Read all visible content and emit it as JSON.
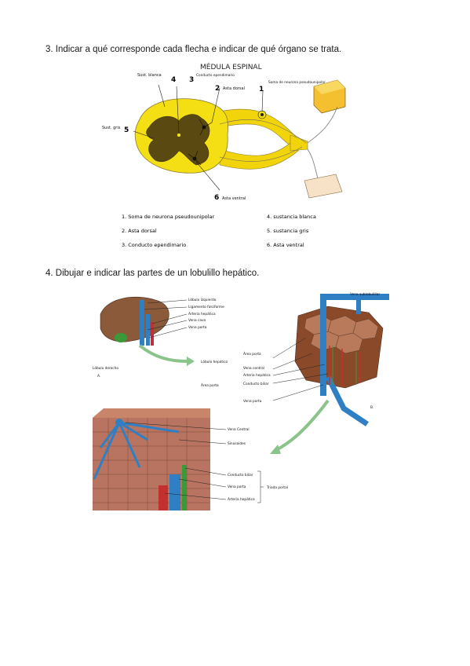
{
  "q3": {
    "text": "3. Indicar a qué corresponde cada flecha e indicar de qué órgano se trata.",
    "figure_title": "MÉDULA ESPINAL",
    "labels": {
      "subst_blanca": "Sust. blanca",
      "n4": "4",
      "n3": "3",
      "conducto": "Conducto ependimario",
      "n2": "2",
      "asta_dorsal": "Asta dorsal",
      "n1": "1",
      "soma_neurona": "Soma de neurona pseudounipolar",
      "subst_gris": "Sust. gris",
      "n5": "5",
      "n6": "6",
      "asta_ventral": "Asta ventral"
    },
    "answers_left": [
      "1. Soma de neurona pseudounipolar",
      "2. Asta dorsal",
      "3. Conducto ependimario"
    ],
    "answers_right": [
      "4. sustancia blanca",
      "5. sustancia gris",
      "6. Asta ventral"
    ]
  },
  "q4": {
    "text": "4. Dibujar e indicar las partes de un lobulillo hepático.",
    "liver": {
      "lobulo_izquierdo": "Lóbulo izquierdo",
      "ligamento": "Ligamento falciforme",
      "arteria": "Arteria hepática",
      "vena_cava": "Vena cava",
      "vena_porta": "Vena porta",
      "lobulo_derecho": "Lóbulo derecho",
      "letter_a": "A."
    },
    "lobule": {
      "vena_sublobulillar": "Vena sublobulillar",
      "area_porta_top": "Área porta",
      "lobulo_hepatico": "Lóbulo hepático",
      "vena_central": "Vena central",
      "arteria_hepatica": "Arteria hepática",
      "area_porta": "Área porta",
      "conducto_biliar": "Conducto biliar",
      "vena_porta": "Vena porta",
      "letter_b": "B."
    },
    "detail": {
      "vena_central": "Vena Central",
      "sinusoides": "Sinusoides",
      "conducto_biliar": "Conducto biliar",
      "vena_porta": "Vena porta",
      "arteria_hepatica": "Arteria hepática",
      "triada_portal": "Triada portal"
    }
  }
}
